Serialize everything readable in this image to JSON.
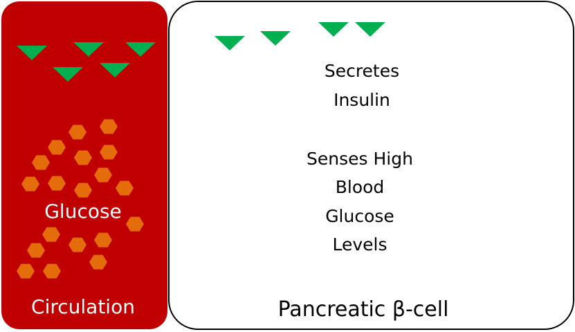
{
  "colors": {
    "circulation": "#C00000",
    "insulin": "#00B050",
    "glucose": "#E46C0A"
  },
  "circulation": {
    "glucose_label": "Glucose",
    "label": "Circulation"
  },
  "beta_cell": {
    "secretes_lines": [
      "Secretes",
      "Insulin"
    ],
    "senses_lines": [
      "Senses High",
      "Blood",
      "Glucose",
      "Levels"
    ],
    "label": "Pancreatic β-cell"
  }
}
